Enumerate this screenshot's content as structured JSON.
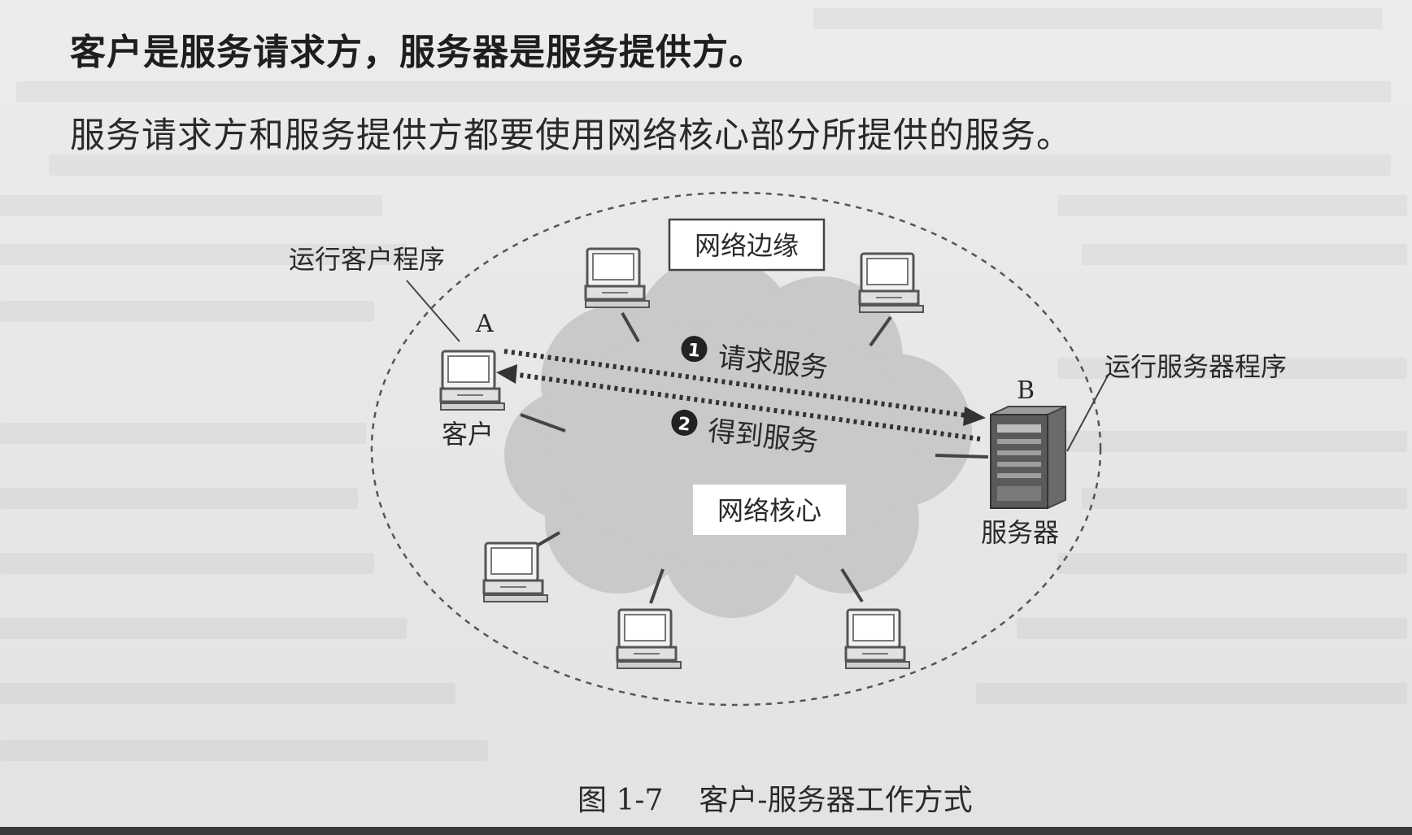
{
  "text": {
    "line1": "客户是服务请求方，服务器是服务提供方。",
    "line2": "服务请求方和服务提供方都要使用网络核心部分所提供的服务。"
  },
  "diagram": {
    "labels": {
      "edge_box": "网络边缘",
      "core_box": "网络核心",
      "run_client": "运行客户程序",
      "run_server": "运行服务器程序",
      "host_a": "A",
      "host_b": "B",
      "client": "客户",
      "server": "服务器",
      "step1_num": "1",
      "step1": "请求服务",
      "step2_num": "2",
      "step2": "得到服务"
    }
  },
  "caption": {
    "figure_no": "图 1-7",
    "title": "客户-服务器工作方式"
  },
  "colors": {
    "cloud": "#c9c9c9",
    "ink": "#2a2a2a",
    "page": "#e9e9e9"
  }
}
